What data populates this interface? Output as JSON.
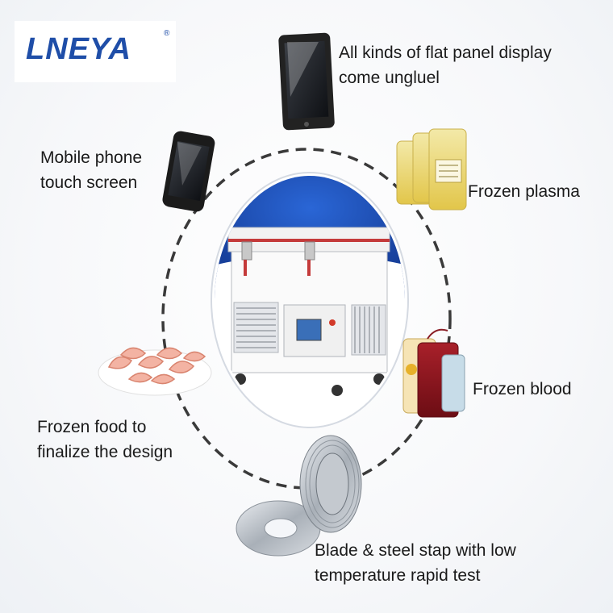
{
  "brand": {
    "name": "LNEYA",
    "registered_mark": "®"
  },
  "captions": {
    "flat_panel": {
      "line1": "All kinds of flat panel display",
      "line2": "come ungluel"
    },
    "mobile_phone": {
      "line1": "Mobile phone",
      "line2": "touch screen"
    },
    "frozen_plasma": {
      "line1": "Frozen plasma"
    },
    "frozen_blood": {
      "line1": "Frozen blood"
    },
    "frozen_food": {
      "line1": "Frozen food to",
      "line2": "finalize the design"
    },
    "blade_steel": {
      "line1": "Blade & steel stap with low",
      "line2": "temperature rapid test"
    }
  },
  "colors": {
    "brand_blue": "#1f4ea8",
    "oval_blue": "#1d4fb8",
    "dash": "#3a3a3a"
  }
}
